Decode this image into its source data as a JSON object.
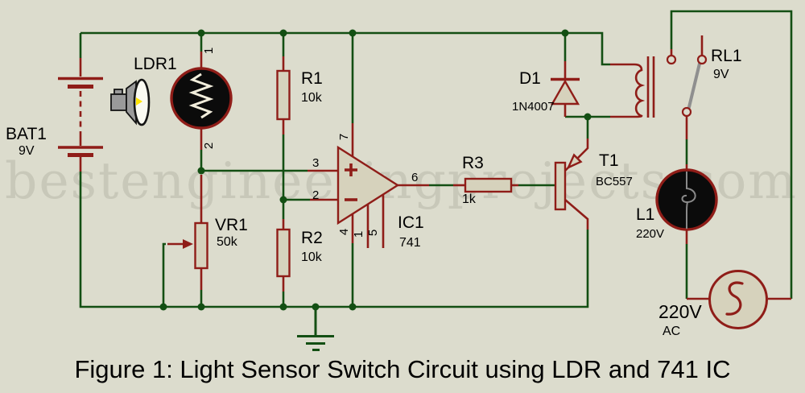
{
  "figure": {
    "caption": "Figure 1: Light Sensor Switch Circuit using LDR and 741 IC"
  },
  "watermark": "bestengineeringprojects.com",
  "colors": {
    "background": "#dcdccd",
    "wire": "#134f13",
    "comp": "#8f1d18",
    "fill": "#d6d2bc",
    "lever": "#8f8f8f",
    "watermark": "#c8c8b9",
    "blackfill": "#0b0b0b"
  },
  "components": {
    "bat1": {
      "ref": "BAT1",
      "value": "9V"
    },
    "ldr1": {
      "ref": "LDR1",
      "pin1": "1",
      "pin2": "2"
    },
    "r1": {
      "ref": "R1",
      "value": "10k"
    },
    "r2": {
      "ref": "R2",
      "value": "10k"
    },
    "vr1": {
      "ref": "VR1",
      "value": "50k"
    },
    "r3": {
      "ref": "R3",
      "value": "1k"
    },
    "ic1": {
      "ref": "IC1",
      "value": "741",
      "pins": {
        "p1": "1",
        "p2": "2",
        "p3": "3",
        "p4": "4",
        "p5": "5",
        "p6": "6",
        "p7": "7"
      }
    },
    "d1": {
      "ref": "D1",
      "value": "1N4007"
    },
    "t1": {
      "ref": "T1",
      "value": "BC557"
    },
    "rl1": {
      "ref": "RL1",
      "value": "9V"
    },
    "l1": {
      "ref": "L1",
      "value": "220V"
    },
    "ac": {
      "ref": "220V",
      "value": "AC"
    }
  }
}
